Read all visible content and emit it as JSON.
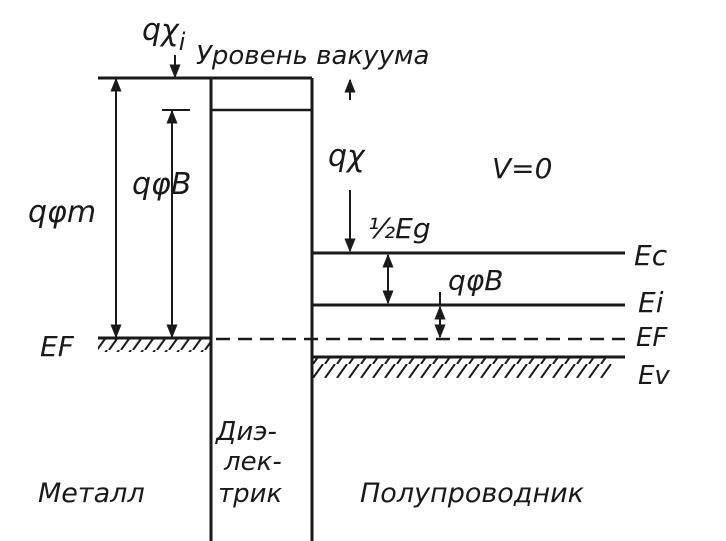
{
  "diagram": {
    "labels": {
      "q_chi_i": "qχ",
      "q_chi_i_sub": "i",
      "vacuum_level": "Уровень вакуума",
      "q_phi_m": "qφm",
      "q_phi_b_metal": "qφB",
      "q_chi": "qχ",
      "half_eg": "½Eg",
      "v_zero": "V=0",
      "ec": "Ec",
      "ei": "Ei",
      "ef_right": "EF",
      "ev": "Ev",
      "q_phi_b_semi": "qφB",
      "ef_left": "EF"
    },
    "regions": {
      "metal": "Металл",
      "dielectric_line1": "Диэ-",
      "dielectric_line2": "лек-",
      "dielectric_line3": "трик",
      "semiconductor": "Полупроводник"
    }
  }
}
